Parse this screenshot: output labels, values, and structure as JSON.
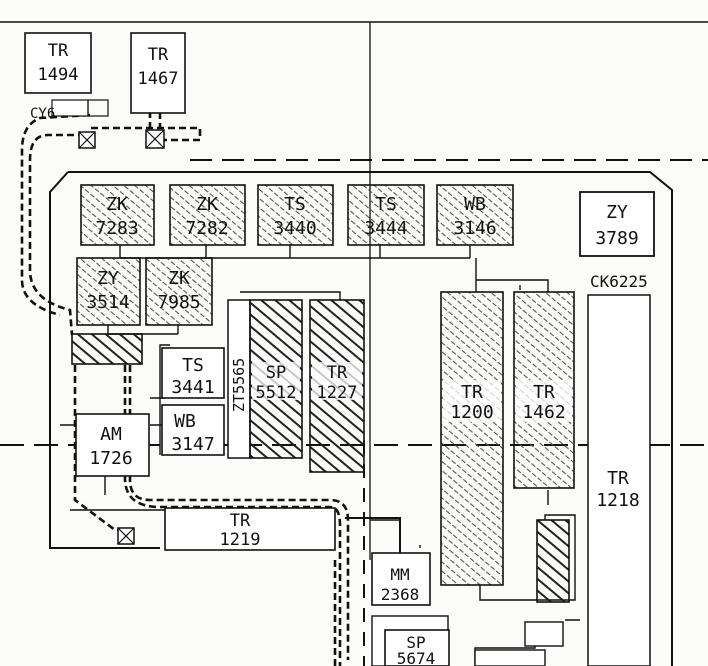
{
  "colors": {
    "ink": "#111111",
    "paper": "#fbfbf9",
    "hatch": "#222222"
  },
  "modules": [
    {
      "id": "tr1494",
      "type": "TR",
      "num": "1494"
    },
    {
      "id": "tr1467",
      "type": "TR",
      "num": "1467"
    },
    {
      "id": "zk7283",
      "type": "ZK",
      "num": "7283"
    },
    {
      "id": "zk7282",
      "type": "ZK",
      "num": "7282"
    },
    {
      "id": "ts3440",
      "type": "TS",
      "num": "3440"
    },
    {
      "id": "ts3444",
      "type": "TS",
      "num": "3444"
    },
    {
      "id": "wb3146",
      "type": "WB",
      "num": "3146"
    },
    {
      "id": "zy3789",
      "type": "ZY",
      "num": "3789"
    },
    {
      "id": "zy3514",
      "type": "ZY",
      "num": "3514"
    },
    {
      "id": "zk7985",
      "type": "ZK",
      "num": "7985"
    },
    {
      "id": "ts3441",
      "type": "TS",
      "num": "3441"
    },
    {
      "id": "wb3147",
      "type": "WB",
      "num": "3147"
    },
    {
      "id": "sp5512",
      "type": "SP",
      "num": "5512"
    },
    {
      "id": "tr1227",
      "type": "TR",
      "num": "1227"
    },
    {
      "id": "tr1200",
      "type": "TR",
      "num": "1200"
    },
    {
      "id": "tr1462",
      "type": "TR",
      "num": "1462"
    },
    {
      "id": "tr1218",
      "type": "TR",
      "num": "1218"
    },
    {
      "id": "am1726",
      "type": "AM",
      "num": "1726"
    },
    {
      "id": "tr1219",
      "type": "TR",
      "num": "1219"
    },
    {
      "id": "mm2368",
      "type": "MM",
      "num": "2368"
    },
    {
      "id": "sp5674",
      "type": "SP",
      "num": "5674"
    }
  ],
  "labels": {
    "zt5565": "ZT5565",
    "ck6225": "CK6225",
    "cy6": "CY6"
  }
}
